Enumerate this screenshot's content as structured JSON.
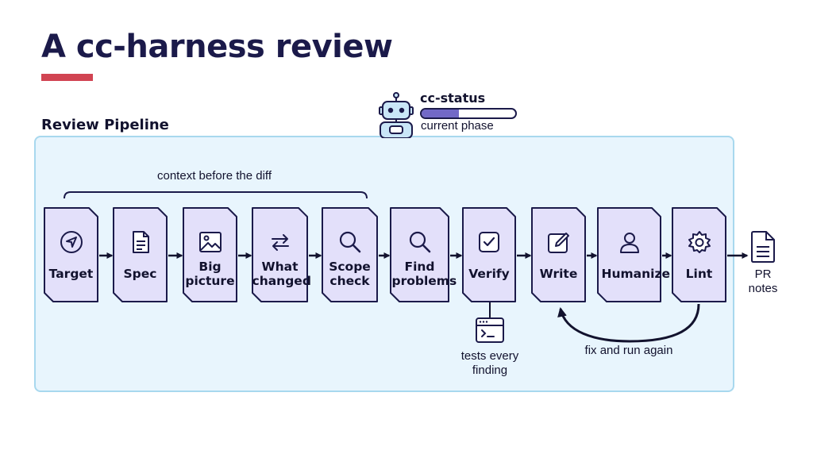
{
  "slide": {
    "title": "A cc-harness review",
    "accent_color": "#d14452",
    "section_label": "Review Pipeline"
  },
  "status": {
    "title": "cc-status",
    "subtitle": "current phase",
    "progress": 0.4,
    "icon": "robot-icon"
  },
  "context_brace": "context before the diff",
  "stages": [
    {
      "id": "target",
      "label": "Target",
      "icon": "navigation-arrow-icon"
    },
    {
      "id": "spec",
      "label": "Spec",
      "icon": "document-icon"
    },
    {
      "id": "big-picture",
      "label": "Big picture",
      "icon": "image-icon"
    },
    {
      "id": "what-changed",
      "label": "What changed",
      "icon": "swap-arrows-icon"
    },
    {
      "id": "scope-check",
      "label": "Scope check",
      "icon": "magnifier-icon"
    },
    {
      "id": "find-problems",
      "label": "Find problems",
      "icon": "magnifier-icon"
    },
    {
      "id": "verify",
      "label": "Verify",
      "icon": "checkbox-icon"
    },
    {
      "id": "write",
      "label": "Write",
      "icon": "pencil-icon"
    },
    {
      "id": "humanize",
      "label": "Humanize",
      "icon": "person-icon"
    },
    {
      "id": "lint",
      "label": "Lint",
      "icon": "gear-icon"
    }
  ],
  "output": {
    "label": "PR notes",
    "icon": "document-icon"
  },
  "verify_note": {
    "label": "tests every finding",
    "icon": "terminal-window-icon"
  },
  "loop_note": "fix and run again",
  "colors": {
    "card_fill": "#e3e0fa",
    "card_stroke": "#1b1a4a",
    "panel_fill": "#e8f5fd",
    "panel_border": "#a8d8ee",
    "progress_fill": "#7269c7",
    "title_color": "#1b1a4a"
  }
}
